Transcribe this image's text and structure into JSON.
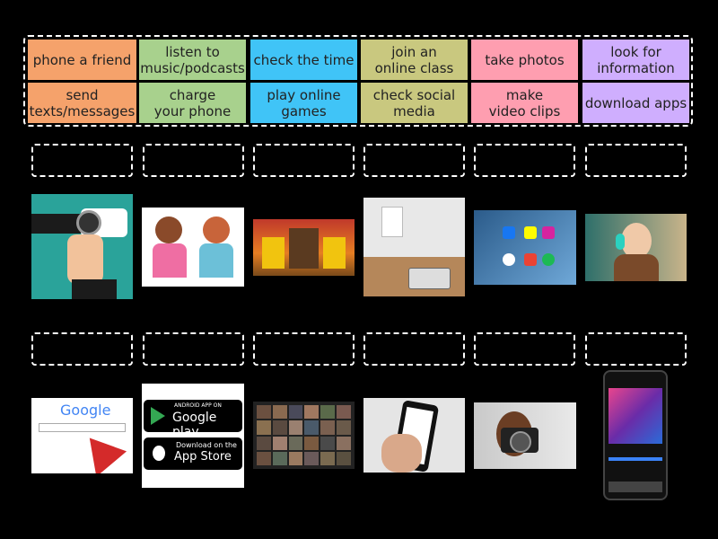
{
  "tiles": [
    {
      "label": "phone a friend",
      "color": "#f5a26b"
    },
    {
      "label": "listen to\nmusic/podcasts",
      "color": "#a8d18d"
    },
    {
      "label": "check the time",
      "color": "#40c4f7"
    },
    {
      "label": "join an\nonline class",
      "color": "#c9c87f"
    },
    {
      "label": "take photos",
      "color": "#fe9eb0"
    },
    {
      "label": "look for\ninformation",
      "color": "#cfaefe"
    },
    {
      "label": "send\ntexts/messages",
      "color": "#f5a26b"
    },
    {
      "label": "charge\nyour phone",
      "color": "#a8d18d"
    },
    {
      "label": "play online\ngames",
      "color": "#40c4f7"
    },
    {
      "label": "check social\nmedia",
      "color": "#c9c87f"
    },
    {
      "label": "make\nvideo clips",
      "color": "#fe9eb0"
    },
    {
      "label": "download apps",
      "color": "#cfaefe"
    }
  ],
  "images": {
    "google_logo": "Google",
    "google_play": "Google play",
    "google_play_small": "ANDROID APP ON",
    "app_store": "App Store",
    "app_store_small": "Download on the"
  }
}
